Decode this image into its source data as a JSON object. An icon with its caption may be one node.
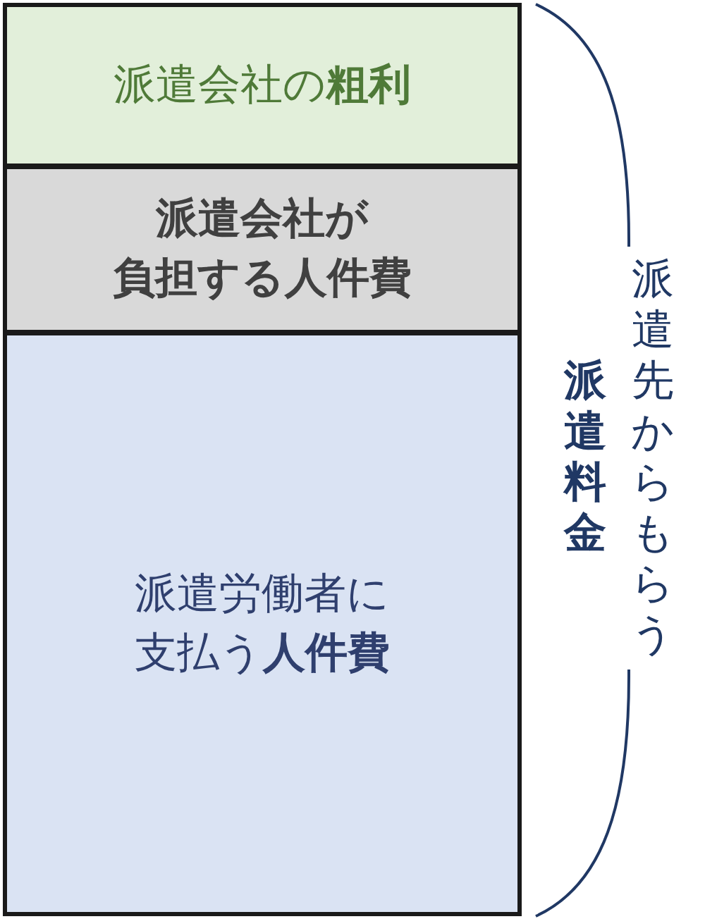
{
  "diagram": {
    "nodes": [
      {
        "text": [
          "派遣会社の**粗利**"
        ]
      },
      {
        "text": [
          "派遣会社が負担する人件費"
        ]
      },
      {
        "text": [
          "派遣労働者に支払う**人件費**"
        ]
      }
    ],
    "labels": [
      "派遣先からもらう",
      "派遣料金"
    ]
  }
}
